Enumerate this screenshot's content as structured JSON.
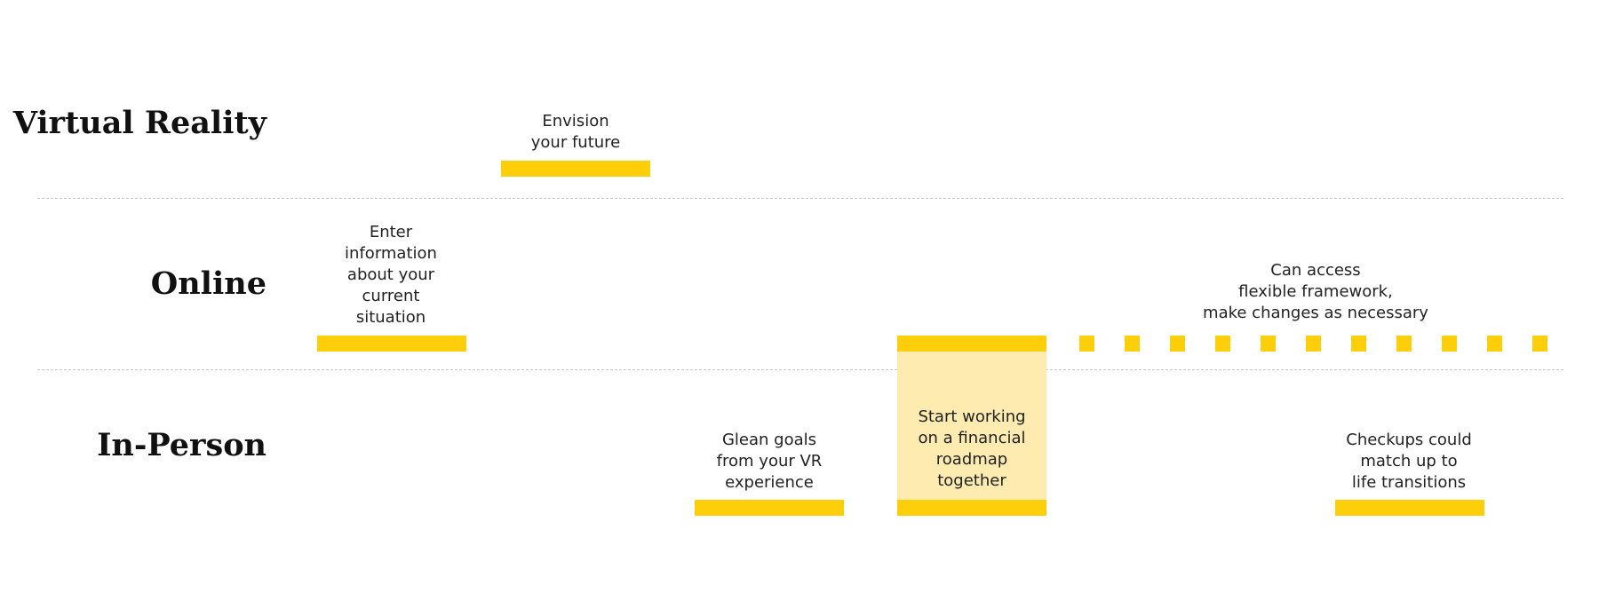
{
  "colors": {
    "accent": "#FCCF0A",
    "accent_soft": "#FEEBB0",
    "divider": "#C4C4C4"
  },
  "lanes": {
    "vr": "Virtual Reality",
    "online": "Online",
    "in_person": "In-Person"
  },
  "steps": {
    "envision": "Envision\nyour future",
    "enter_info": "Enter\ninformation\nabout your\ncurrent\nsituation",
    "glean_goals": "Glean goals\nfrom your VR\nexperience",
    "start_working": "Start working\non a financial\nroadmap\ntogether",
    "access_framework": "Can access\nflexible framework,\nmake changes as necessary",
    "checkups": "Checkups could\nmatch up to\nlife transitions"
  }
}
